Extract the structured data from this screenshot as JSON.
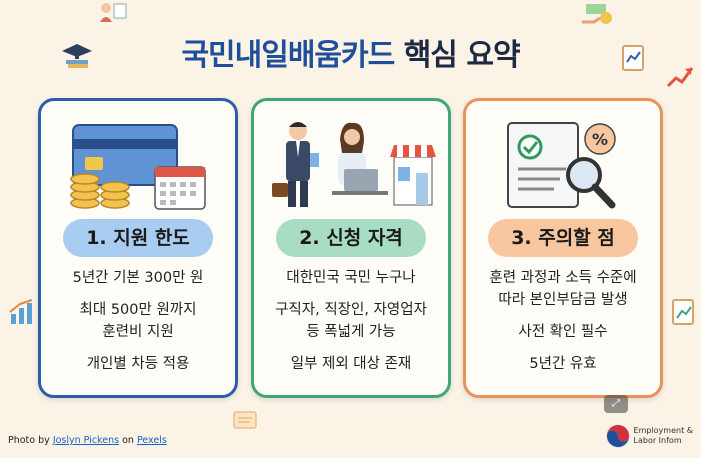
{
  "title": {
    "part1": "국민내일배움카드",
    "part2": "핵심 요약"
  },
  "cards": [
    {
      "heading": "1. 지원 한도",
      "lines": [
        "5년간 기본 300만 원",
        "최대 500만 원까지",
        "훈련비 지원",
        "개인별 차등 적용"
      ],
      "icon": "credit-card-coins-calendar-icon"
    },
    {
      "heading": "2. 신청 자격",
      "lines": [
        "대한민국 국민 누구나",
        "구직자, 직장인, 자영업자",
        "등 폭넓게 가능",
        "일부 제외 대상 존재"
      ],
      "icon": "people-store-icon"
    },
    {
      "heading": "3. 주의할 점",
      "lines": [
        "훈련 과정과 소득 수준에",
        "따라 본인부담금 발생",
        "사전 확인 필수",
        "5년간 유효"
      ],
      "icon": "document-percent-magnifier-icon"
    }
  ],
  "credit": {
    "prefix": "Photo by",
    "author": "Joslyn Pickens",
    "mid": "on",
    "site": "Pexels"
  },
  "brand": {
    "line1": "Employment &",
    "line2": "Labor Infom"
  },
  "colors": {
    "blue": "#2f5ca8",
    "green": "#3fa57b",
    "orange": "#e8935a",
    "background": "#fbf3e6"
  }
}
